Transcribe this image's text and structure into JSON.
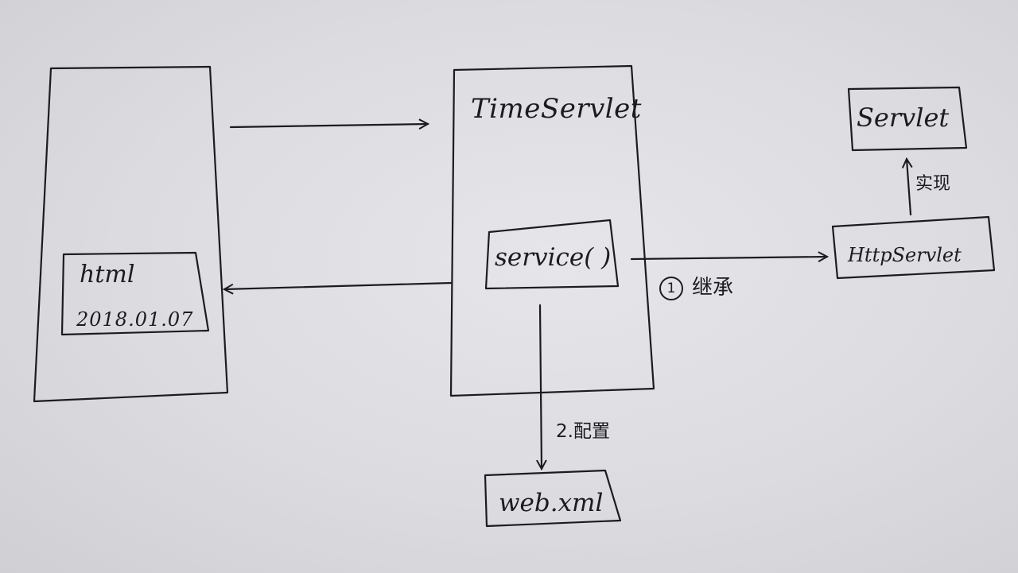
{
  "labels": {
    "time_servlet": "TimeServlet",
    "service": "service( )",
    "html": "html",
    "date": "2018.01.07",
    "servlet": "Servlet",
    "http_servlet": "HttpServlet",
    "implement": "实现",
    "inherit_number": "1",
    "inherit": "继承",
    "config": "2.配置",
    "web_xml": "web.xml"
  },
  "ink_color": "#1c1c1e"
}
